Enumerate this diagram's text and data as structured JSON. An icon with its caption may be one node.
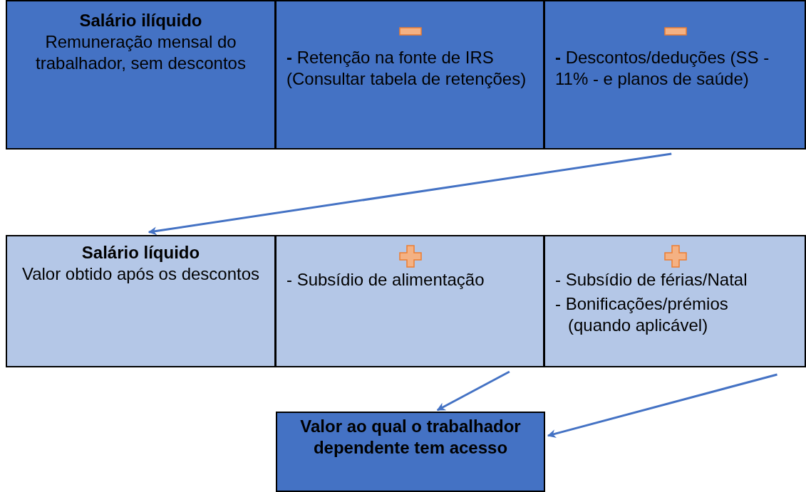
{
  "diagram": {
    "nodes": [
      {
        "text": [
          "Salário ilíquido",
          "Remuneração mensal do trabalhador, sem descontos"
        ]
      },
      {
        "text": [
          "**-** Retenção na fonte de IRS (Consultar tabela de retenções)"
        ]
      },
      {
        "text": [
          "**-** Descontos/deduções (SS - 11% - e planos de saúde)"
        ]
      },
      {
        "text": [
          "Salário líquido",
          "Valor obtido após os descontos"
        ]
      },
      {
        "text": [
          "- Subsídio de alimentação"
        ]
      },
      {
        "text": [
          "- Subsídio de férias/Natal",
          "- Bonificações/prémios (quando aplicável)"
        ]
      },
      {
        "text": [
          "Valor ao qual o trabalhador dependente tem acesso"
        ]
      }
    ],
    "edges": [
      {
        "from": 2,
        "to": 3,
        "arrow": "to"
      },
      {
        "from": 4,
        "to": 6,
        "arrow": "to"
      },
      {
        "from": 5,
        "to": 6,
        "arrow": "to"
      }
    ]
  }
}
